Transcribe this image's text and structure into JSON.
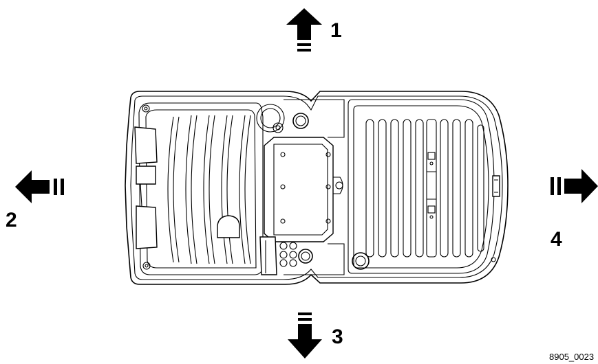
{
  "diagram": {
    "directions": [
      {
        "id": "up",
        "label": "1"
      },
      {
        "id": "left",
        "label": "2"
      },
      {
        "id": "down",
        "label": "3"
      },
      {
        "id": "right",
        "label": "4"
      }
    ],
    "figure_code": "8905_0023",
    "colors": {
      "ink": "#000000",
      "fill": "#ffffff"
    }
  }
}
